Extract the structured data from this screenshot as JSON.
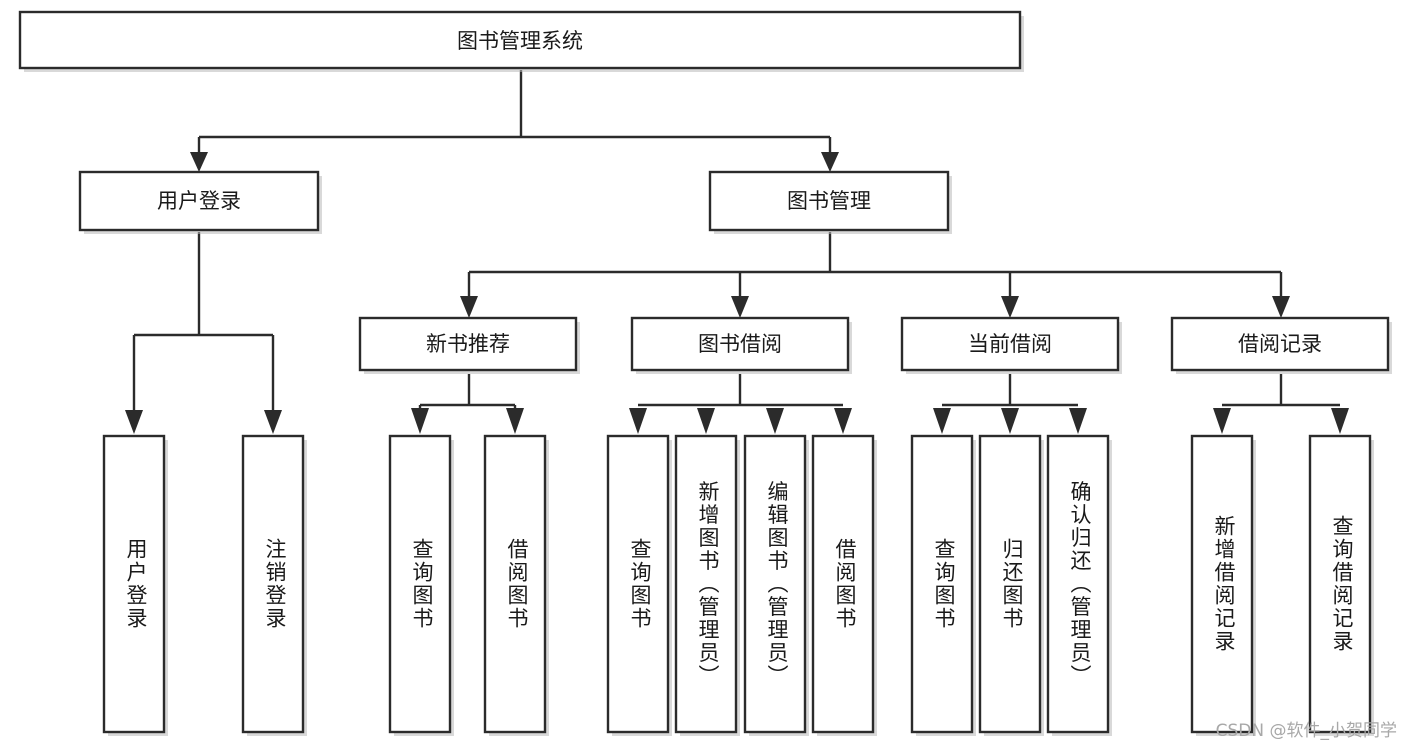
{
  "diagram": {
    "type": "hierarchy-tree",
    "title": "图书管理系统",
    "watermark": "CSDN @软件_小贺同学",
    "colors": {
      "box_stroke": "#2b2b2b",
      "box_fill": "#ffffff",
      "connector": "#2b2b2b",
      "background": "#ffffff",
      "watermark": "#a8a8a8"
    },
    "root": {
      "label": "图书管理系统"
    },
    "level1": [
      {
        "id": "user-login",
        "label": "用户登录"
      },
      {
        "id": "book-management",
        "label": "图书管理"
      }
    ],
    "level2": [
      {
        "id": "new-book-recommend",
        "label": "新书推荐",
        "parent": "book-management"
      },
      {
        "id": "book-borrow",
        "label": "图书借阅",
        "parent": "book-management"
      },
      {
        "id": "current-borrow",
        "label": "当前借阅",
        "parent": "book-management"
      },
      {
        "id": "borrow-record",
        "label": "借阅记录",
        "parent": "book-management"
      }
    ],
    "leaves": {
      "user-login": [
        {
          "id": "leaf-user-login",
          "label": "用户登录"
        },
        {
          "id": "leaf-user-logout",
          "label": "注销登录"
        }
      ],
      "new-book-recommend": [
        {
          "id": "leaf-query-book-1",
          "label": "查询图书"
        },
        {
          "id": "leaf-borrow-book-1",
          "label": "借阅图书"
        }
      ],
      "book-borrow": [
        {
          "id": "leaf-query-book-2",
          "label": "查询图书"
        },
        {
          "id": "leaf-add-book",
          "label": "新增图书（管理员）"
        },
        {
          "id": "leaf-edit-book",
          "label": "编辑图书（管理员）"
        },
        {
          "id": "leaf-borrow-book-2",
          "label": "借阅图书"
        }
      ],
      "current-borrow": [
        {
          "id": "leaf-query-book-3",
          "label": "查询图书"
        },
        {
          "id": "leaf-return-book",
          "label": "归还图书"
        },
        {
          "id": "leaf-confirm-return",
          "label": "确认归还（管理员）"
        }
      ],
      "borrow-record": [
        {
          "id": "leaf-add-record",
          "label": "新增借阅记录"
        },
        {
          "id": "leaf-query-record",
          "label": "查询借阅记录"
        }
      ]
    }
  }
}
